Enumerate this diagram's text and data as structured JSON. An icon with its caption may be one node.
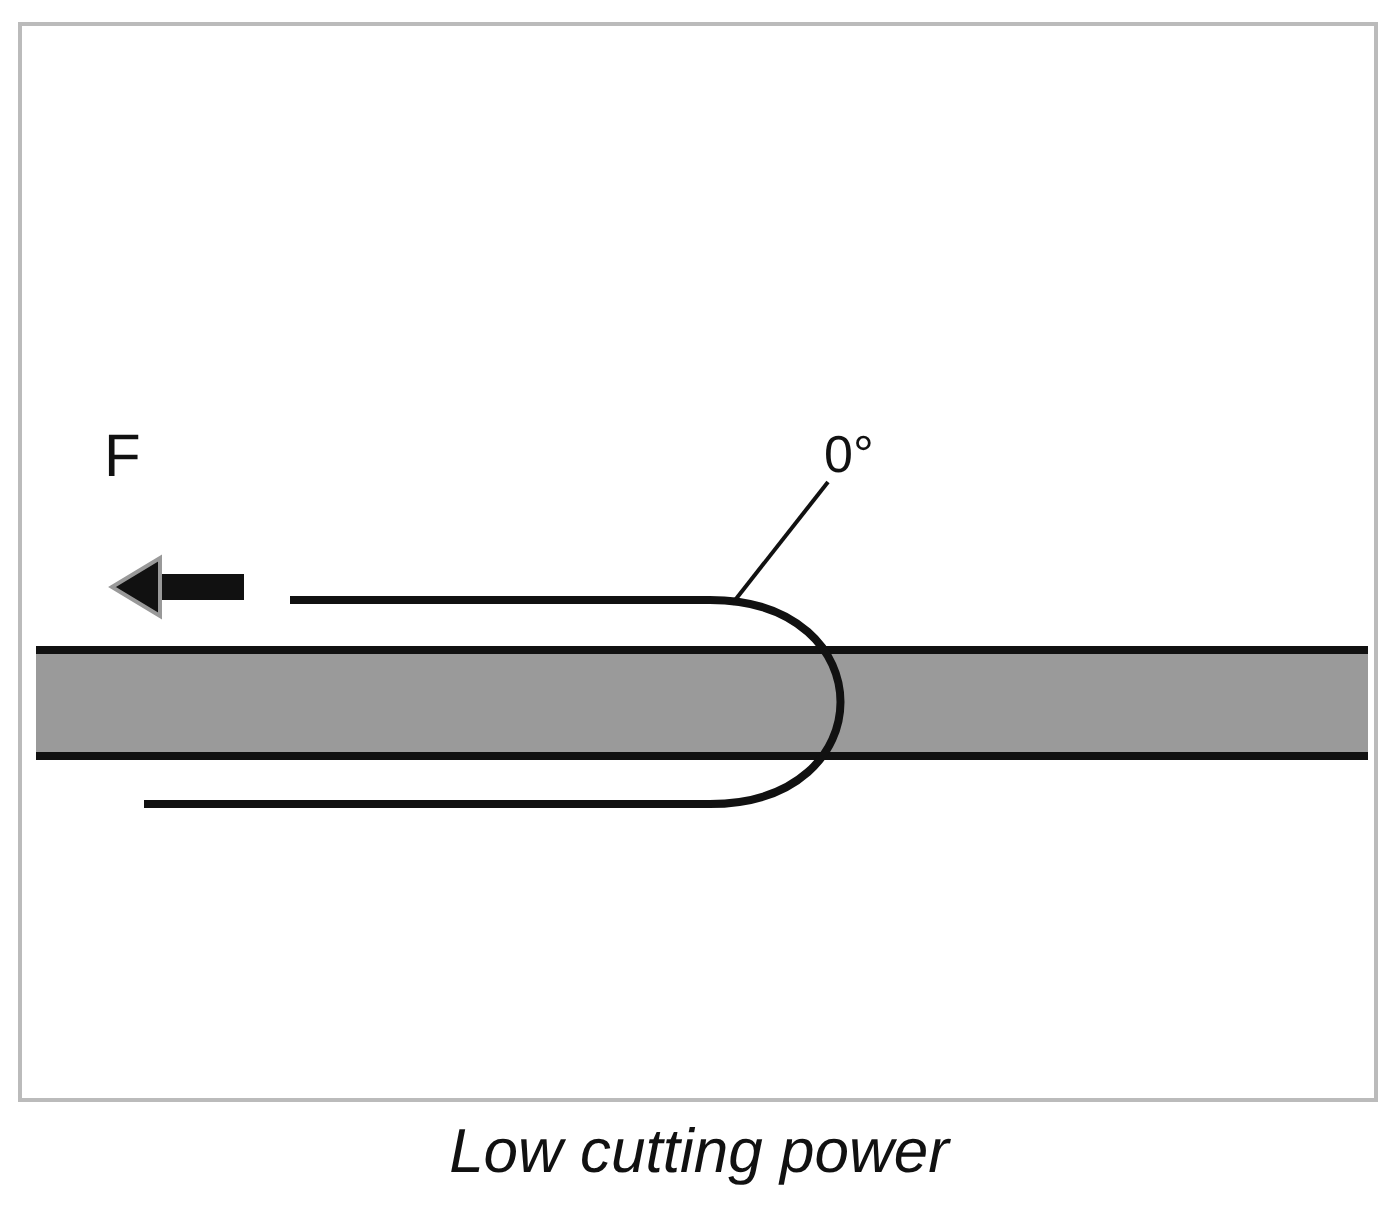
{
  "diagram": {
    "caption": "Low cutting power",
    "nodes": [
      {
        "text": [
          "0°"
        ]
      },
      {
        "text": [],
        "shape": "wire"
      }
    ],
    "edges": [
      {
        "from": 0,
        "to": 1,
        "arrow": "none"
      }
    ],
    "labels": [
      "F"
    ]
  }
}
